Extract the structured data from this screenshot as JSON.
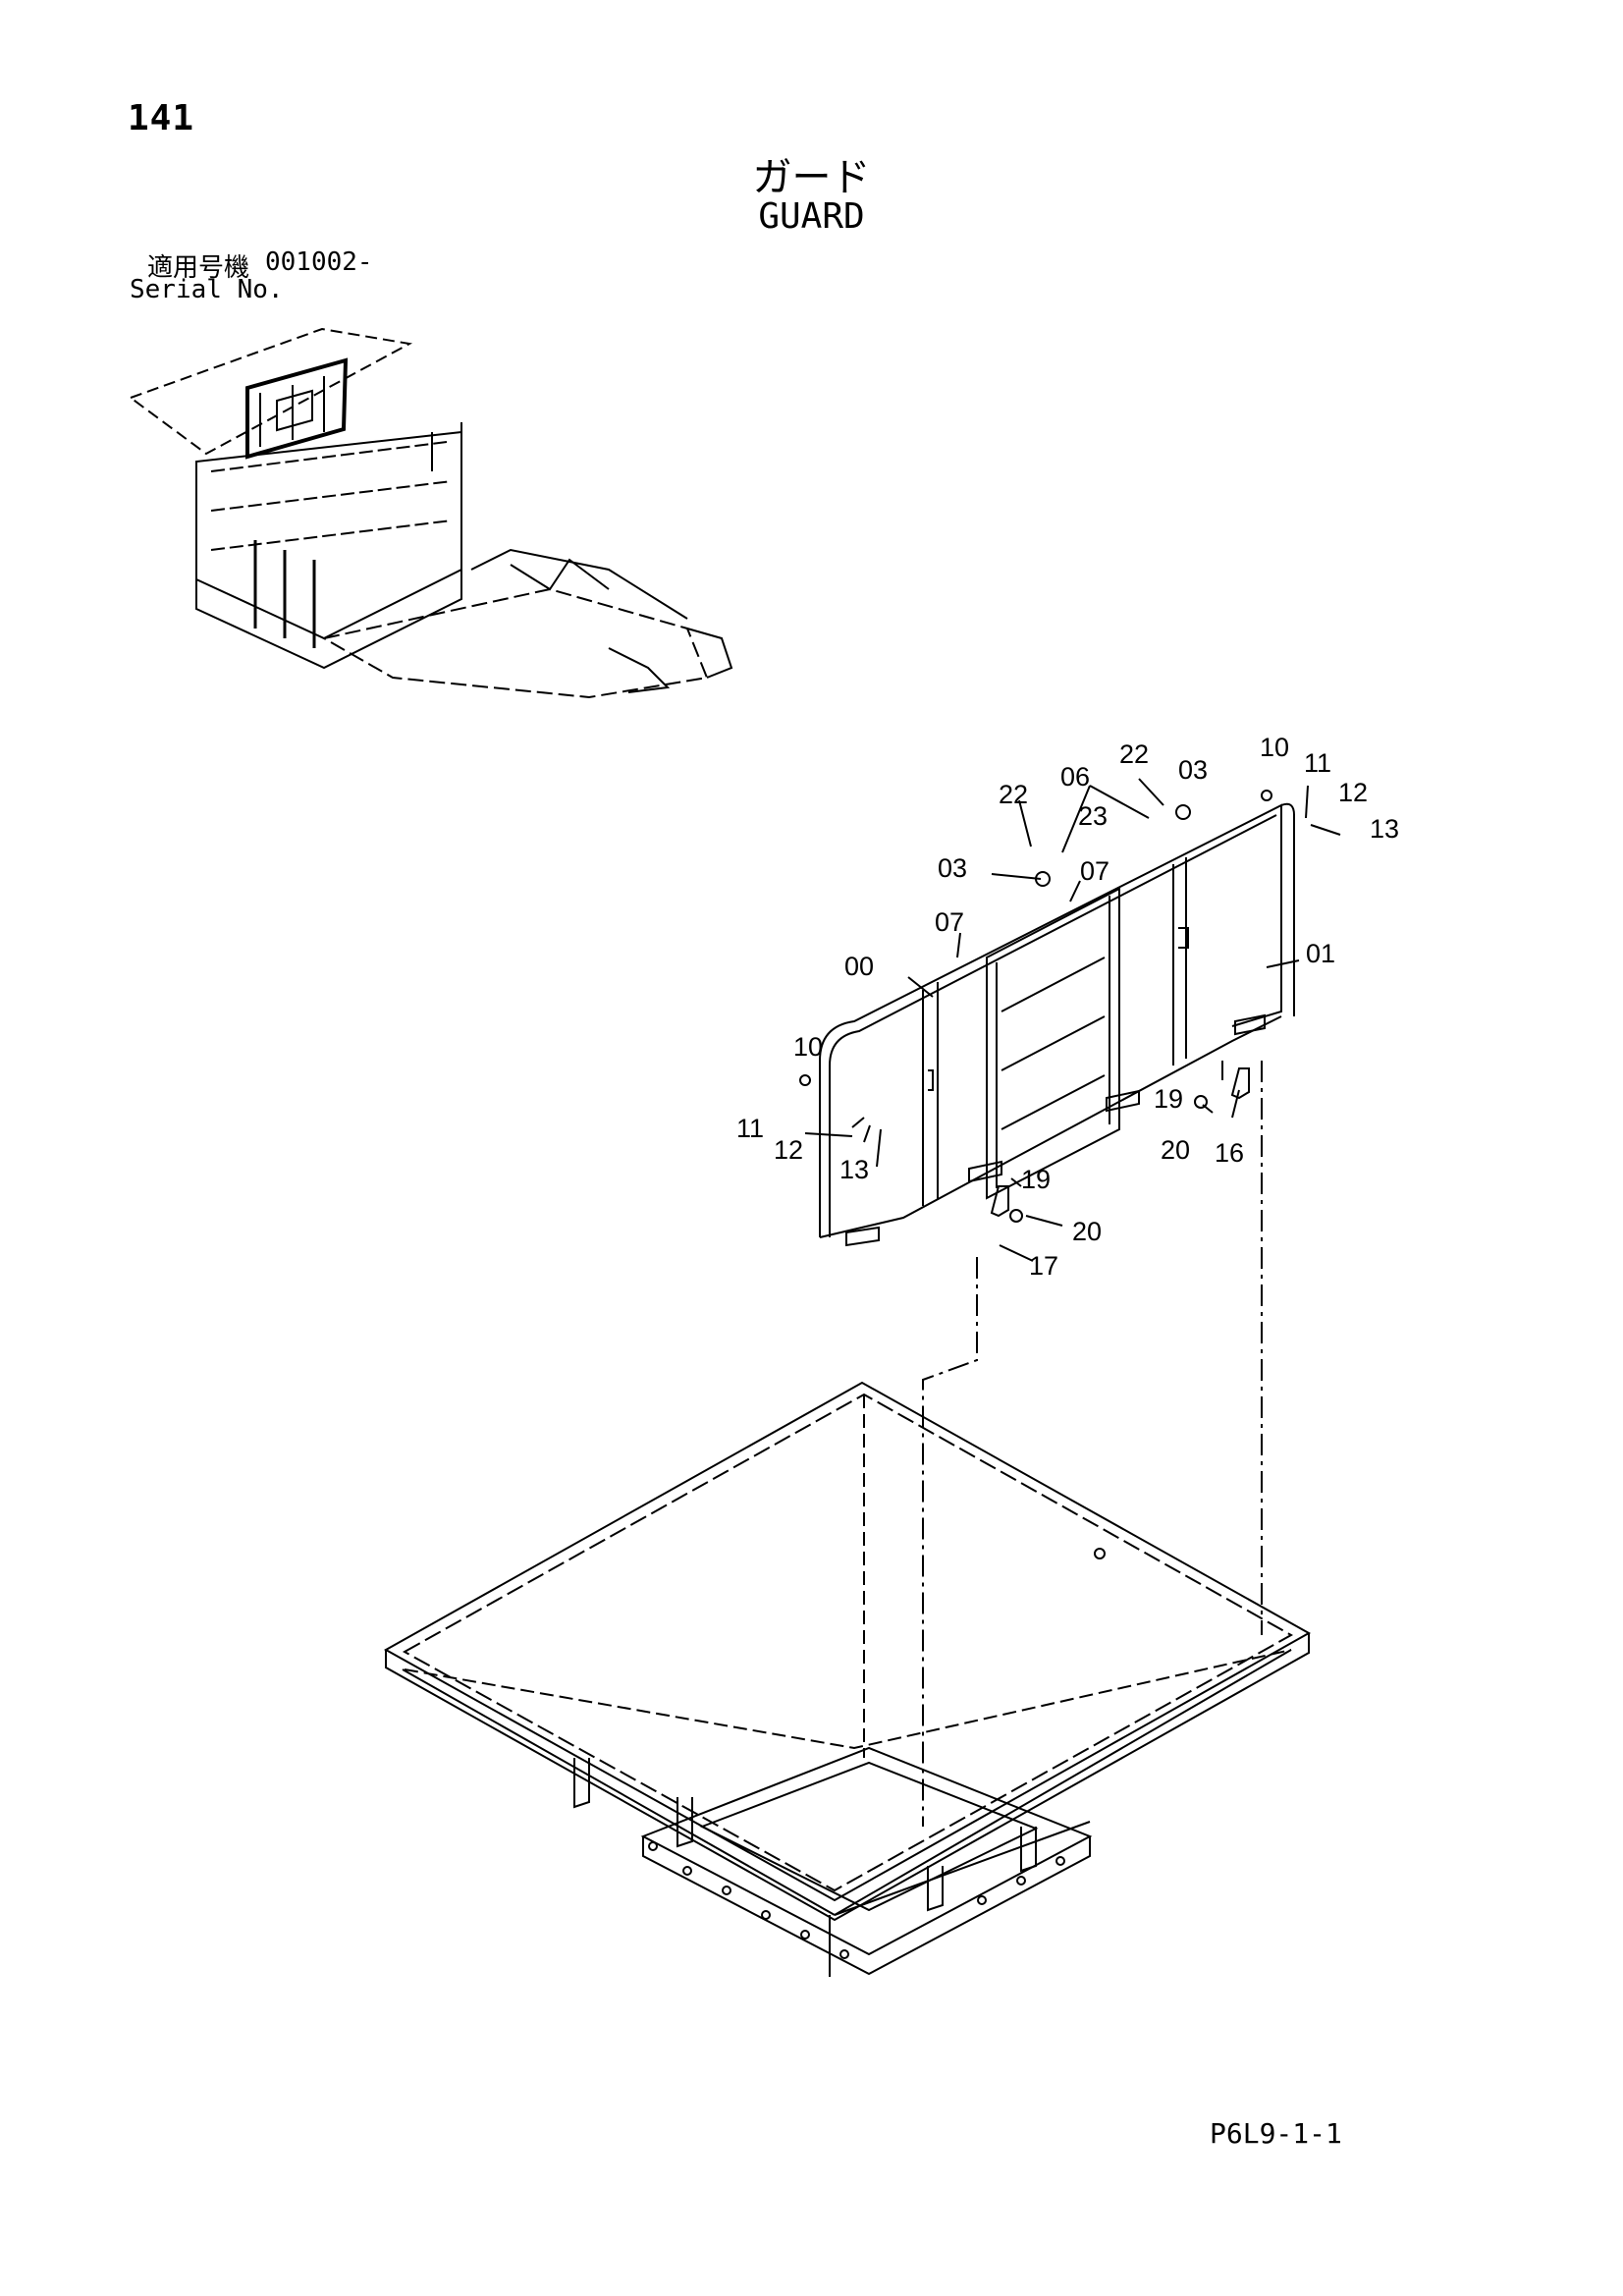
{
  "header": {
    "page_number": "141",
    "title_jp": "ガード",
    "title_en": "GUARD",
    "serial_label_jp": "適用号機",
    "serial_range": "001002-",
    "serial_label_en": "Serial No."
  },
  "footer": {
    "page_code": "P6L9-1-1"
  },
  "callouts": [
    {
      "id": "c-22a",
      "text": "22"
    },
    {
      "id": "c-06",
      "text": "06"
    },
    {
      "id": "c-03a",
      "text": "03"
    },
    {
      "id": "c-10a",
      "text": "10"
    },
    {
      "id": "c-11a",
      "text": "11"
    },
    {
      "id": "c-12a",
      "text": "12"
    },
    {
      "id": "c-13a",
      "text": "13"
    },
    {
      "id": "c-22b",
      "text": "22"
    },
    {
      "id": "c-23",
      "text": "23"
    },
    {
      "id": "c-03b",
      "text": "03"
    },
    {
      "id": "c-07a",
      "text": "07"
    },
    {
      "id": "c-07b",
      "text": "07"
    },
    {
      "id": "c-00",
      "text": "00"
    },
    {
      "id": "c-01",
      "text": "01"
    },
    {
      "id": "c-10b",
      "text": "10"
    },
    {
      "id": "c-11b",
      "text": "11"
    },
    {
      "id": "c-12b",
      "text": "12"
    },
    {
      "id": "c-13b",
      "text": "13"
    },
    {
      "id": "c-19a",
      "text": "19"
    },
    {
      "id": "c-20a",
      "text": "20"
    },
    {
      "id": "c-16",
      "text": "16"
    },
    {
      "id": "c-19b",
      "text": "19"
    },
    {
      "id": "c-20b",
      "text": "20"
    },
    {
      "id": "c-17",
      "text": "17"
    }
  ]
}
